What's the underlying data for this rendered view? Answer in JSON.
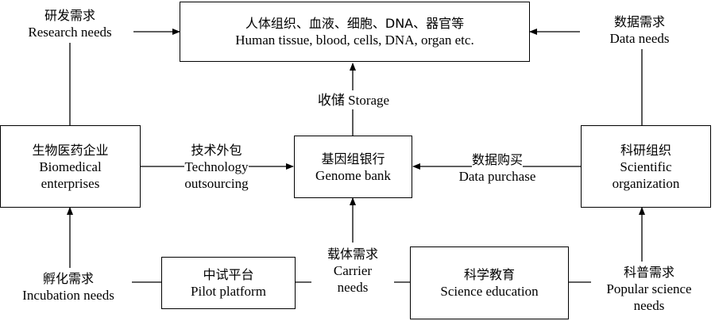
{
  "nodes": {
    "sample": {
      "zh": "人体组织、血液、细胞、DNA、器官等",
      "en": "Human tissue, blood, cells, DNA, organ etc."
    },
    "genome_bank": {
      "zh": "基因组银行",
      "en": "Genome bank"
    },
    "biomedical": {
      "zh": "生物医药企业",
      "en1": "Biomedical",
      "en2": "enterprises"
    },
    "scientific": {
      "zh": "科研组织",
      "en1": "Scientific",
      "en2": "organization"
    },
    "pilot": {
      "zh": "中试平台",
      "en": "Pilot platform"
    },
    "science_edu": {
      "zh": "科学教育",
      "en": "Science education"
    }
  },
  "labels": {
    "research_needs": {
      "zh": "研发需求",
      "en": "Research needs"
    },
    "data_needs": {
      "zh": "数据需求",
      "en": "Data needs"
    },
    "storage": {
      "text": "收储 Storage"
    },
    "tech_outsourcing": {
      "zh": "技术外包",
      "en1": "Technology",
      "en2": "outsourcing"
    },
    "data_purchase": {
      "zh": "数据购买",
      "en": "Data purchase"
    },
    "carrier_needs": {
      "zh": "载体需求",
      "en1": "Carrier",
      "en2": "needs"
    },
    "incubation_needs": {
      "zh": "孵化需求",
      "en": "Incubation needs"
    },
    "popular_science": {
      "zh": "科普需求",
      "en1": "Popular science",
      "en2": "needs"
    }
  },
  "colors": {
    "stroke": "#000000",
    "background": "#ffffff"
  }
}
